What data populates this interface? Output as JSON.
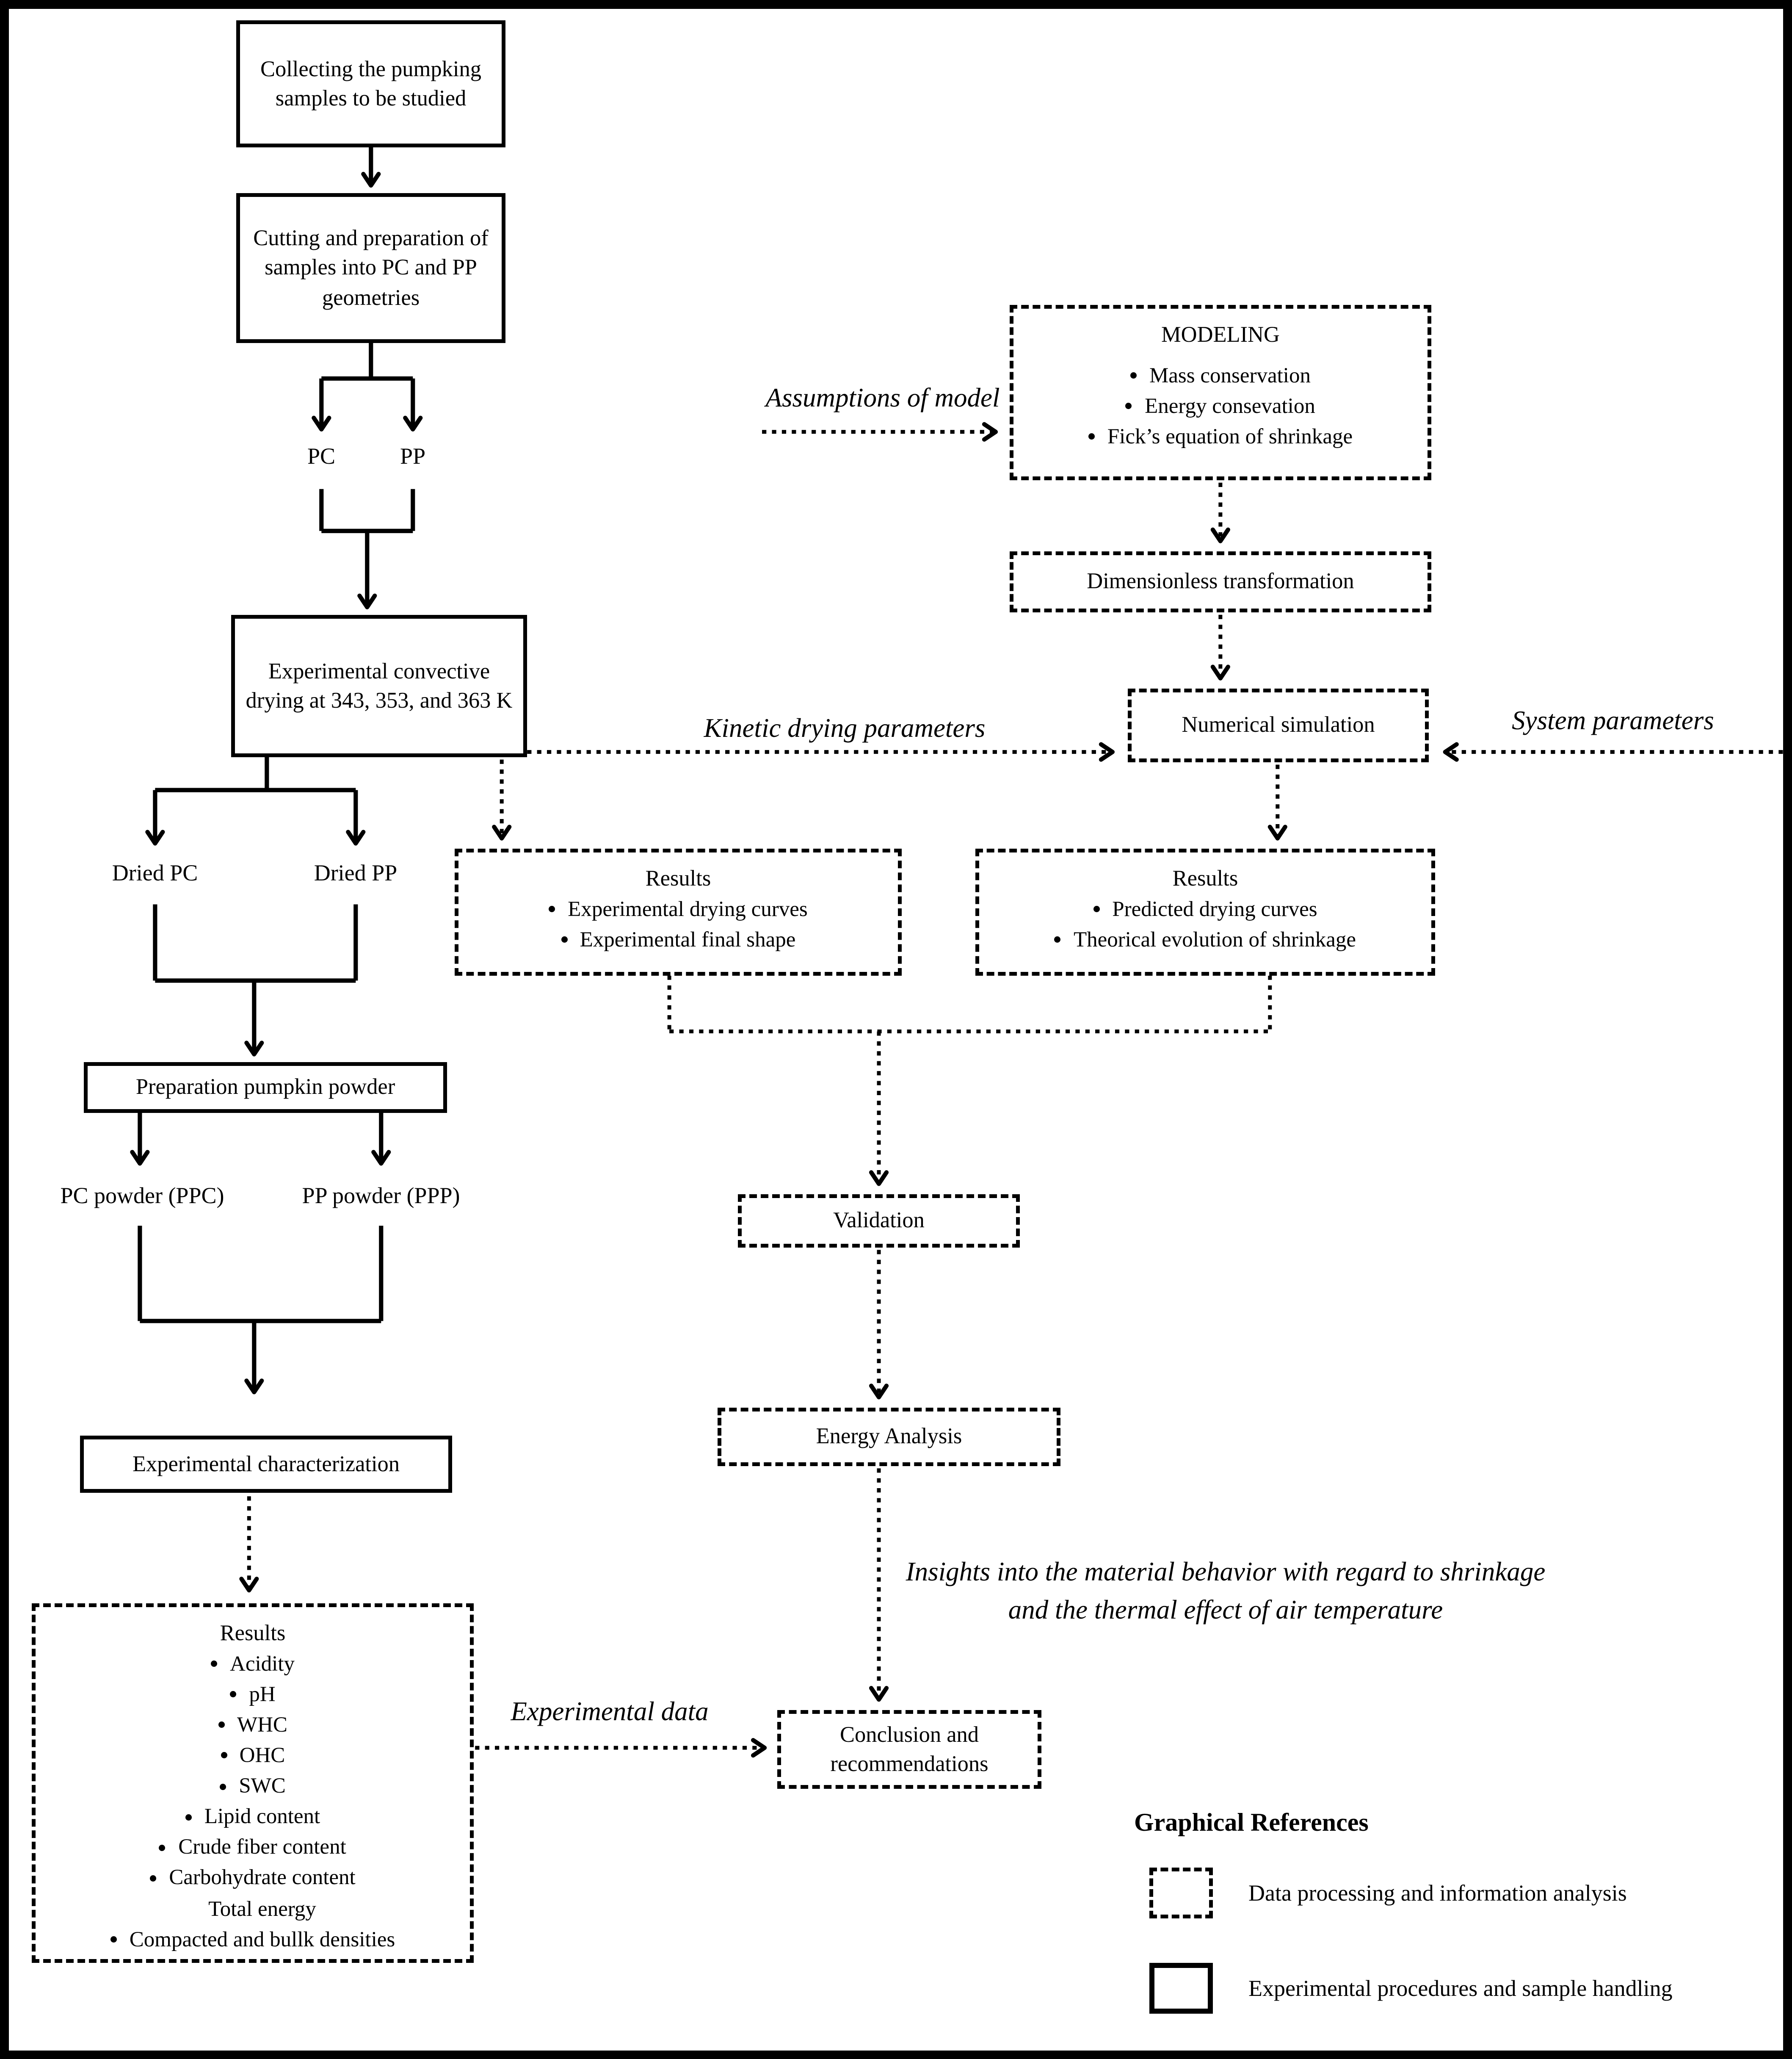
{
  "flow": {
    "collect": "Collecting the pumpking samples to be studied",
    "cutting": "Cutting and preparation of samples into PC and PP geometries",
    "pc": "PC",
    "pp": "PP",
    "drying": "Experimental convective drying at 343, 353, and 363 K",
    "dried_pc": "Dried PC",
    "dried_pp": "Dried PP",
    "prep_powder": "Preparation pumpkin powder",
    "pc_powder": "PC powder (PPC)",
    "pp_powder": "PP powder (PPP)",
    "exp_char": "Experimental characterization"
  },
  "modeling": {
    "title": "MODELING",
    "items": [
      "Mass conservation",
      "Energy consevation",
      "Fick’s equation of shrinkage"
    ]
  },
  "dimensionless": "Dimensionless transformation",
  "numerical_simulation": "Numerical simulation",
  "labels": {
    "assumptions": "Assumptions of model",
    "kinetic": "Kinetic drying parameters",
    "system": "System parameters",
    "experimental_data": "Experimental data",
    "insights": "Insights into the material behavior with regard to shrinkage and the thermal effect of air temperature"
  },
  "results_experimental": {
    "title": "Results",
    "items": [
      "Experimental drying curves",
      "Experimental final shape"
    ]
  },
  "results_predicted": {
    "title": "Results",
    "items": [
      "Predicted drying curves",
      "Theorical evolution of shrinkage"
    ]
  },
  "validation": "Validation",
  "energy_analysis": "Energy Analysis",
  "conclusion": "Conclusion and recommendations",
  "results_characterization": {
    "title": "Results",
    "items": [
      "Acidity",
      "pH",
      "WHC",
      "OHC",
      "SWC",
      "Lipid content",
      "Crude fiber content",
      "Carbohydrate content",
      "Total energy",
      "Compacted and bullk densities"
    ]
  },
  "legend": {
    "title": "Graphical References",
    "dotted": "Data processing and information analysis",
    "solid": "Experimental procedures and sample handling"
  }
}
